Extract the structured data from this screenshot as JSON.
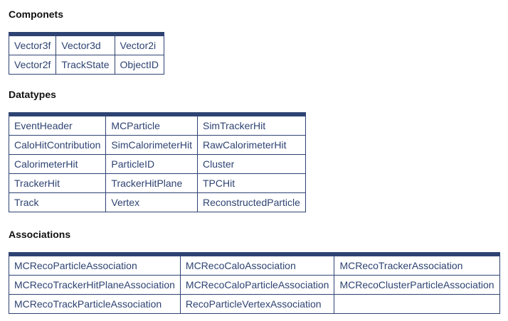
{
  "sections": [
    {
      "title": "Componets",
      "rows": [
        [
          "Vector3f",
          "Vector3d",
          "Vector2i"
        ],
        [
          "Vector2f",
          "TrackState",
          "ObjectID"
        ]
      ]
    },
    {
      "title": "Datatypes",
      "rows": [
        [
          "EventHeader",
          "MCParticle",
          "SimTrackerHit"
        ],
        [
          "CaloHitContribution",
          "SimCalorimeterHit",
          "RawCalorimeterHit"
        ],
        [
          "CalorimeterHit",
          "ParticleID",
          "Cluster"
        ],
        [
          "TrackerHit",
          "TrackerHitPlane",
          "TPCHit"
        ],
        [
          "Track",
          "Vertex",
          "ReconstructedParticle"
        ]
      ]
    },
    {
      "title": "Associations",
      "rows": [
        [
          "MCRecoParticleAssociation",
          "MCRecoCaloAssociation",
          "MCRecoTrackerAssociation"
        ],
        [
          "MCRecoTrackerHitPlaneAssociation",
          "MCRecoCaloParticleAssociation",
          "MCRecoClusterParticleAssociation"
        ],
        [
          "MCRecoTrackParticleAssociation",
          "RecoParticleVertexAssociation",
          ""
        ]
      ]
    }
  ],
  "colors": {
    "table_border": "#2e4372",
    "cell_text": "#2e4372",
    "heading_text": "#111111"
  }
}
